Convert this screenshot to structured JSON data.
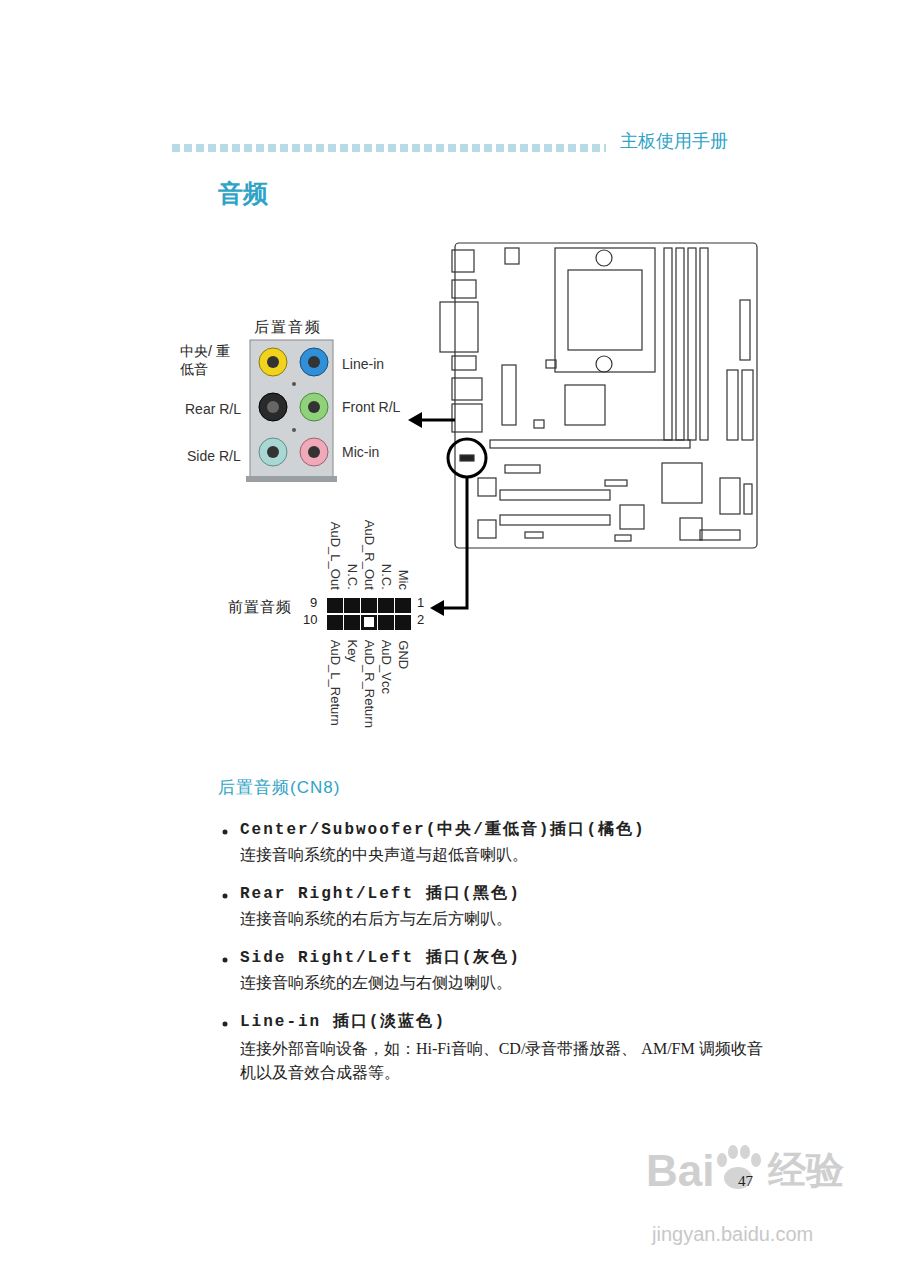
{
  "diagram": {
    "title": "音频",
    "labels": [
      "主板使用手册",
      "后置音频",
      "中央/ 重低音",
      "Line-in",
      "Rear R/L",
      "Front R/L",
      "Side R/L",
      "Mic-in",
      "AuD_L_Out",
      "N.C.",
      "AuD_R_Out",
      "N.C.",
      "Mic",
      "前置音频",
      "9",
      "10",
      "1",
      "2",
      "AuD_L_Return",
      "Key",
      "AuD_R_Return",
      "AuD_Vcc",
      "GND",
      "后置音频(CN8)",
      "Center/Subwoofer(中央/重低音)插口(橘色)",
      "连接音响系统的中央声道与超低音喇叭。",
      "Rear Right/Left 插口(黑色)",
      "连接音响系统的右后方与左后方喇叭。",
      "Side Right/Left 插口(灰色)",
      "连接音响系统的左侧边与右侧边喇叭。",
      "Line-in 插口(淡蓝色)",
      "连接外部音响设备，如：Hi-Fi音响、CD/录音带播放器、 AM/FM 调频收音机以及音效合成器等。",
      "47",
      "Bai",
      "经验",
      "jingyan.baidu.com"
    ]
  }
}
